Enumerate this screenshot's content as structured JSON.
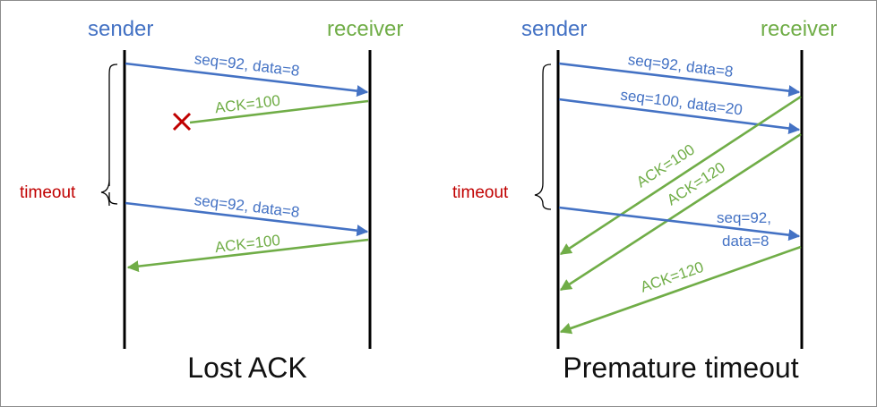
{
  "colors": {
    "sender": "#4472C4",
    "receiver": "#70AD47",
    "timeout": "#C00000",
    "lost_marker": "#C00000",
    "timeline": "#000000",
    "frame": "#8c8c8c"
  },
  "icons": {
    "lost_marker": "x-mark-icon"
  },
  "left": {
    "sender_label": "sender",
    "receiver_label": "receiver",
    "timeout_label": "timeout",
    "messages": [
      "seq=92, data=8",
      "ACK=100",
      "seq=92, data=8",
      "ACK=100"
    ],
    "title": "Lost ACK"
  },
  "right": {
    "sender_label": "sender",
    "receiver_label": "receiver",
    "timeout_label": "timeout",
    "messages": [
      "seq=92, data=8",
      "seq=100, data=20",
      "ACK=100",
      "ACK=120",
      "seq=92,",
      "data=8",
      "ACK=120"
    ],
    "title": "Premature timeout"
  }
}
